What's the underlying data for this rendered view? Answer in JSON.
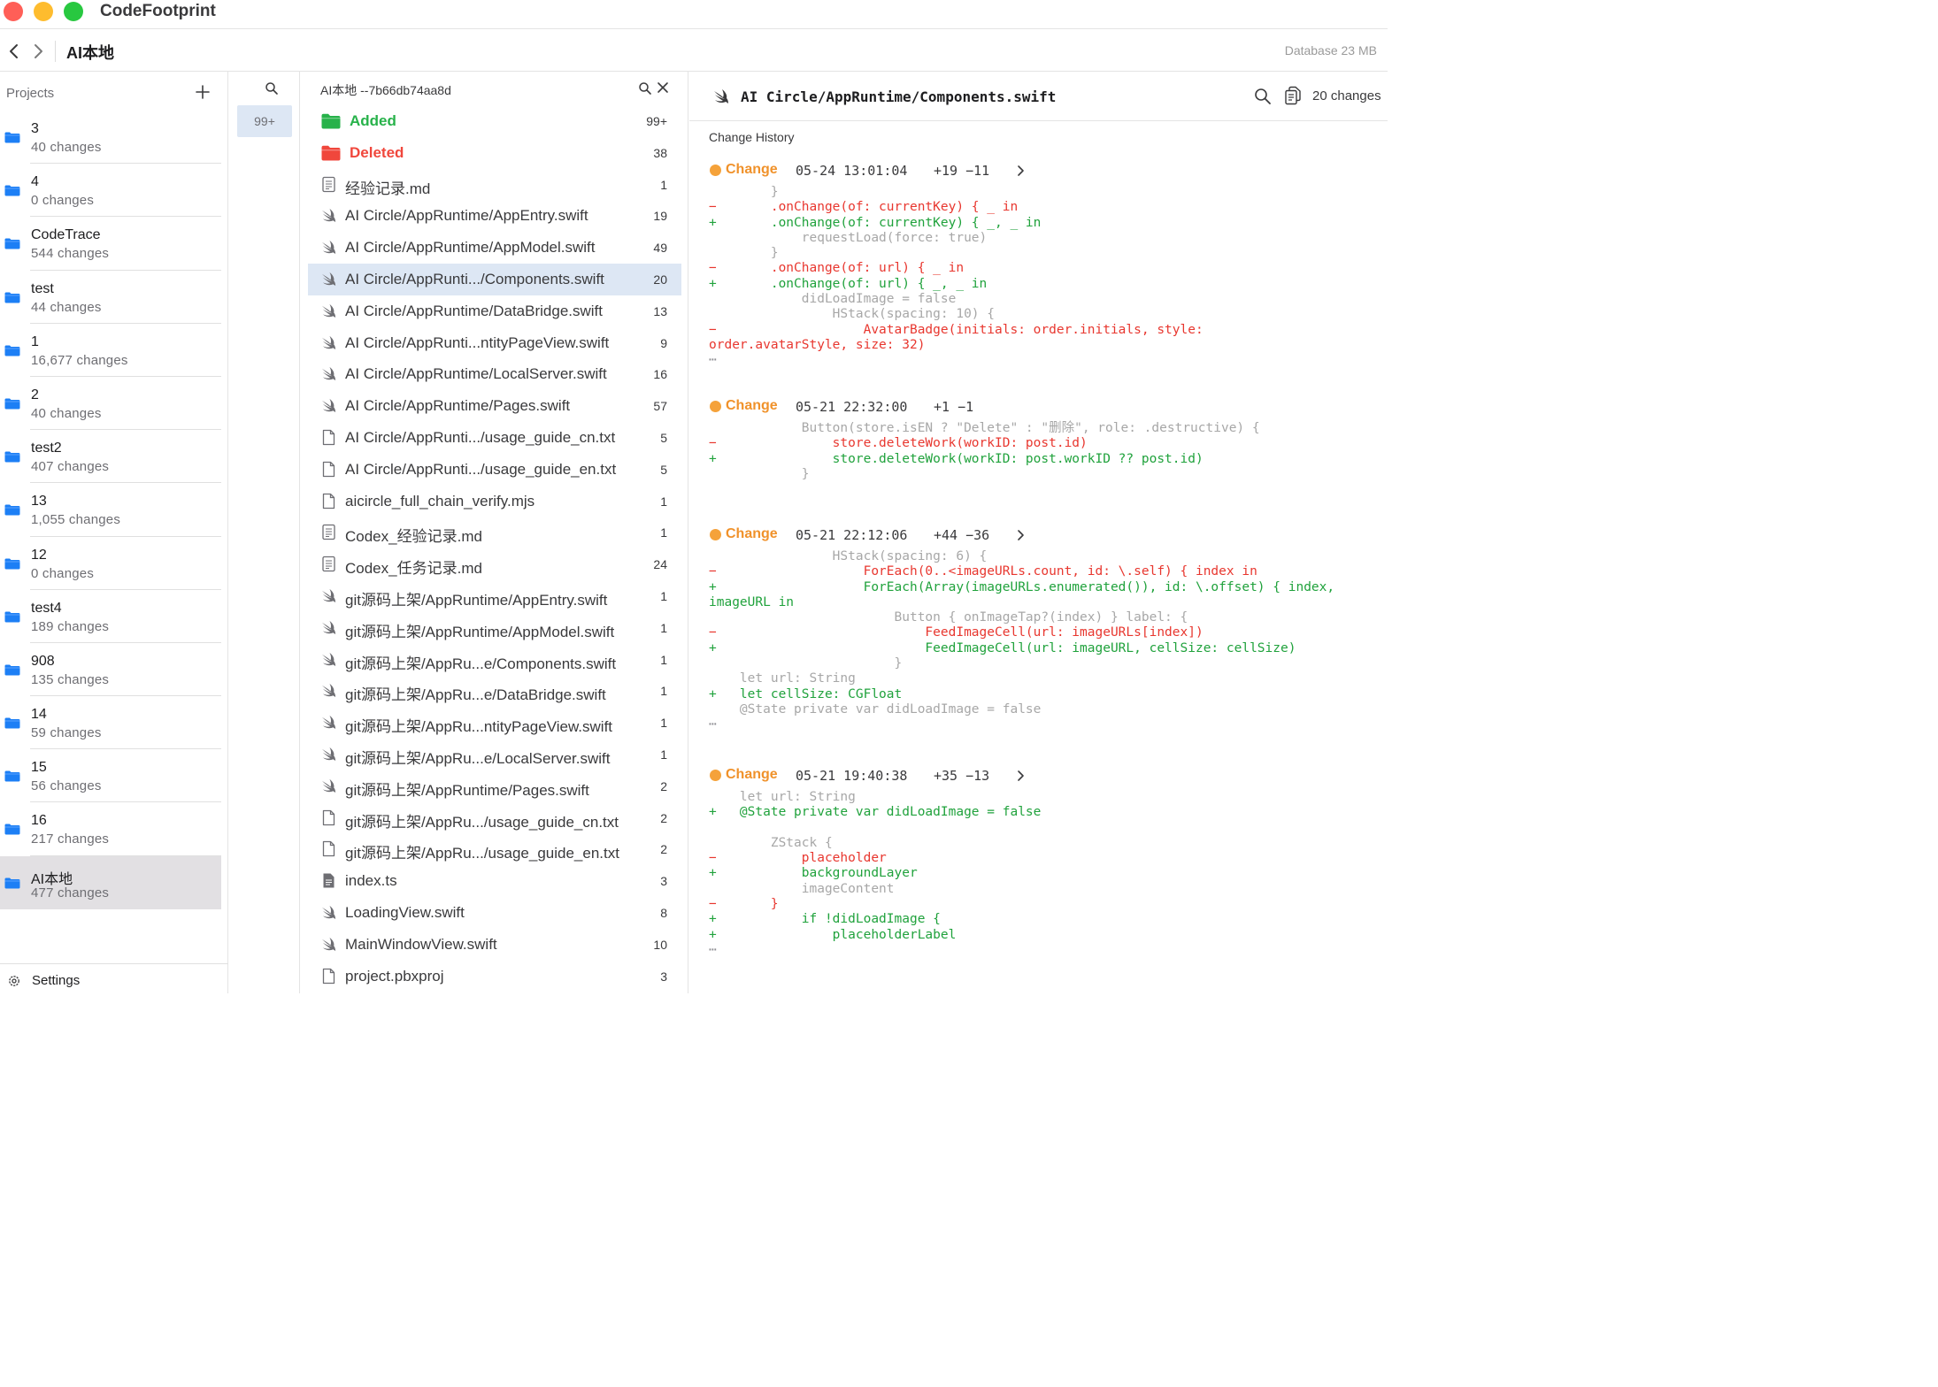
{
  "app": {
    "title": "CodeFootprint"
  },
  "toolbar": {
    "title": "AI本地",
    "database_size": "Database 23 MB"
  },
  "sidebar": {
    "header": "Projects",
    "projects": [
      {
        "name": "3",
        "changes": "40 changes"
      },
      {
        "name": "4",
        "changes": "0 changes"
      },
      {
        "name": "CodeTrace",
        "changes": "544 changes"
      },
      {
        "name": "test",
        "changes": "44 changes"
      },
      {
        "name": "1",
        "changes": "16,677 changes"
      },
      {
        "name": "2",
        "changes": "40 changes"
      },
      {
        "name": "test2",
        "changes": "407 changes"
      },
      {
        "name": "13",
        "changes": "1,055 changes"
      },
      {
        "name": "12",
        "changes": "0 changes"
      },
      {
        "name": "test4",
        "changes": "189 changes"
      },
      {
        "name": "908",
        "changes": "135 changes"
      },
      {
        "name": "14",
        "changes": "59 changes"
      },
      {
        "name": "15",
        "changes": "56 changes"
      },
      {
        "name": "16",
        "changes": "217 changes"
      },
      {
        "name": "AI本地",
        "changes": "477 changes",
        "selected": true
      }
    ],
    "settings_label": "Settings"
  },
  "filter": {
    "badge": "99+"
  },
  "files": {
    "commit_title": "AI本地 --7b66db74aa8d",
    "rows": [
      {
        "name": "Added",
        "count": "99+",
        "icon": "folder-green-icon",
        "group": "added"
      },
      {
        "name": "Deleted",
        "count": "38",
        "icon": "folder-red-icon",
        "group": "deleted"
      },
      {
        "name": "经验记录.md",
        "count": "1",
        "icon": "markdown-file-icon"
      },
      {
        "name": "AI Circle/AppRuntime/AppEntry.swift",
        "count": "19",
        "icon": "swift-icon"
      },
      {
        "name": "AI Circle/AppRuntime/AppModel.swift",
        "count": "49",
        "icon": "swift-icon"
      },
      {
        "name": "AI Circle/AppRunti.../Components.swift",
        "count": "20",
        "icon": "swift-icon",
        "selected": true
      },
      {
        "name": "AI Circle/AppRuntime/DataBridge.swift",
        "count": "13",
        "icon": "swift-icon"
      },
      {
        "name": "AI Circle/AppRunti...ntityPageView.swift",
        "count": "9",
        "icon": "swift-icon"
      },
      {
        "name": "AI Circle/AppRuntime/LocalServer.swift",
        "count": "16",
        "icon": "swift-icon"
      },
      {
        "name": "AI Circle/AppRuntime/Pages.swift",
        "count": "57",
        "icon": "swift-icon"
      },
      {
        "name": "AI Circle/AppRunti.../usage_guide_cn.txt",
        "count": "5",
        "icon": "text-file-icon"
      },
      {
        "name": "AI Circle/AppRunti.../usage_guide_en.txt",
        "count": "5",
        "icon": "text-file-icon"
      },
      {
        "name": "aicircle_full_chain_verify.mjs",
        "count": "1",
        "icon": "text-file-icon"
      },
      {
        "name": "Codex_经验记录.md",
        "count": "1",
        "icon": "markdown-file-icon"
      },
      {
        "name": "Codex_任务记录.md",
        "count": "24",
        "icon": "markdown-file-icon"
      },
      {
        "name": "git源码上架/AppRuntime/AppEntry.swift",
        "count": "1",
        "icon": "swift-icon"
      },
      {
        "name": "git源码上架/AppRuntime/AppModel.swift",
        "count": "1",
        "icon": "swift-icon"
      },
      {
        "name": "git源码上架/AppRu...e/Components.swift",
        "count": "1",
        "icon": "swift-icon"
      },
      {
        "name": "git源码上架/AppRu...e/DataBridge.swift",
        "count": "1",
        "icon": "swift-icon"
      },
      {
        "name": "git源码上架/AppRu...ntityPageView.swift",
        "count": "1",
        "icon": "swift-icon"
      },
      {
        "name": "git源码上架/AppRu...e/LocalServer.swift",
        "count": "1",
        "icon": "swift-icon"
      },
      {
        "name": "git源码上架/AppRuntime/Pages.swift",
        "count": "2",
        "icon": "swift-icon"
      },
      {
        "name": "git源码上架/AppRu.../usage_guide_cn.txt",
        "count": "2",
        "icon": "text-file-icon"
      },
      {
        "name": "git源码上架/AppRu.../usage_guide_en.txt",
        "count": "2",
        "icon": "text-file-icon"
      },
      {
        "name": "index.ts",
        "count": "3",
        "icon": "code-file-icon"
      },
      {
        "name": "LoadingView.swift",
        "count": "8",
        "icon": "swift-icon"
      },
      {
        "name": "MainWindowView.swift",
        "count": "10",
        "icon": "swift-icon"
      },
      {
        "name": "project.pbxproj",
        "count": "3",
        "icon": "text-file-icon"
      }
    ]
  },
  "detail": {
    "path": "AI Circle/AppRuntime/Components.swift",
    "changes_label": "20 changes",
    "history_label": "Change History",
    "entries": [
      {
        "kind": "Change",
        "timestamp": "05-24 13:01:04",
        "delta": "+19 −11",
        "chevron": true,
        "lines": [
          {
            "t": "ctx",
            "text": "        }"
          },
          {
            "t": "del",
            "text": "        .onChange(of: currentKey) { _ in"
          },
          {
            "t": "add",
            "text": "        .onChange(of: currentKey) { _, _ in"
          },
          {
            "t": "ctx",
            "text": "            requestLoad(force: true)"
          },
          {
            "t": "ctx",
            "text": "        }"
          },
          {
            "t": "del",
            "text": "        .onChange(of: url) { _ in"
          },
          {
            "t": "add",
            "text": "        .onChange(of: url) { _, _ in"
          },
          {
            "t": "ctx",
            "text": "            didLoadImage = false"
          },
          {
            "t": "ctx",
            "text": "                HStack(spacing: 10) {"
          },
          {
            "t": "del",
            "text": "                    AvatarBadge(initials: order.initials, style:"
          },
          {
            "t": "wrap",
            "text": "order.avatarStyle, size: 32)",
            "color": "del"
          },
          {
            "t": "ell",
            "text": "⋯"
          }
        ]
      },
      {
        "kind": "Change",
        "timestamp": "05-21 22:32:00",
        "delta": "+1 −1",
        "chevron": false,
        "lines": [
          {
            "t": "ctx",
            "text": "            Button(store.isEN ? \"Delete\" : \"删除\", role: .destructive) {"
          },
          {
            "t": "del",
            "text": "                store.deleteWork(workID: post.id)"
          },
          {
            "t": "add",
            "text": "                store.deleteWork(workID: post.workID ?? post.id)"
          },
          {
            "t": "ctx",
            "text": "            }"
          }
        ]
      },
      {
        "kind": "Change",
        "timestamp": "05-21 22:12:06",
        "delta": "+44 −36",
        "chevron": true,
        "lines": [
          {
            "t": "ctx",
            "text": "                HStack(spacing: 6) {"
          },
          {
            "t": "del",
            "text": "                    ForEach(0..<imageURLs.count, id: \\.self) { index in"
          },
          {
            "t": "add",
            "text": "                    ForEach(Array(imageURLs.enumerated()), id: \\.offset) { index,"
          },
          {
            "t": "wrap",
            "text": "imageURL in",
            "color": "add"
          },
          {
            "t": "ctx",
            "text": "                        Button { onImageTap?(index) } label: {"
          },
          {
            "t": "del",
            "text": "                            FeedImageCell(url: imageURLs[index])"
          },
          {
            "t": "add",
            "text": "                            FeedImageCell(url: imageURL, cellSize: cellSize)"
          },
          {
            "t": "ctx",
            "text": "                        }"
          },
          {
            "t": "ctx",
            "text": "    let url: String"
          },
          {
            "t": "add",
            "text": "    let cellSize: CGFloat"
          },
          {
            "t": "ctx",
            "text": "    @State private var didLoadImage = false"
          },
          {
            "t": "ell",
            "text": "⋯"
          }
        ]
      },
      {
        "kind": "Change",
        "timestamp": "05-21 19:40:38",
        "delta": "+35 −13",
        "chevron": true,
        "lines": [
          {
            "t": "ctx",
            "text": "    let url: String"
          },
          {
            "t": "add",
            "text": "    @State private var didLoadImage = false"
          },
          {
            "t": "blank",
            "text": ""
          },
          {
            "t": "ctx",
            "text": "        ZStack {"
          },
          {
            "t": "del",
            "text": "            placeholder"
          },
          {
            "t": "add",
            "text": "            backgroundLayer"
          },
          {
            "t": "ctx",
            "text": "            imageContent"
          },
          {
            "t": "del",
            "text": "        }"
          },
          {
            "t": "add",
            "text": "            if !didLoadImage {"
          },
          {
            "t": "add",
            "text": "                placeholderLabel"
          },
          {
            "t": "ell",
            "text": "⋯"
          }
        ]
      }
    ]
  },
  "colors": {
    "accent": "#f0922b",
    "deleted": "#e8372f",
    "added": "#20a23c",
    "selection": "#dde7f4",
    "folder": "#1d7ff5"
  }
}
